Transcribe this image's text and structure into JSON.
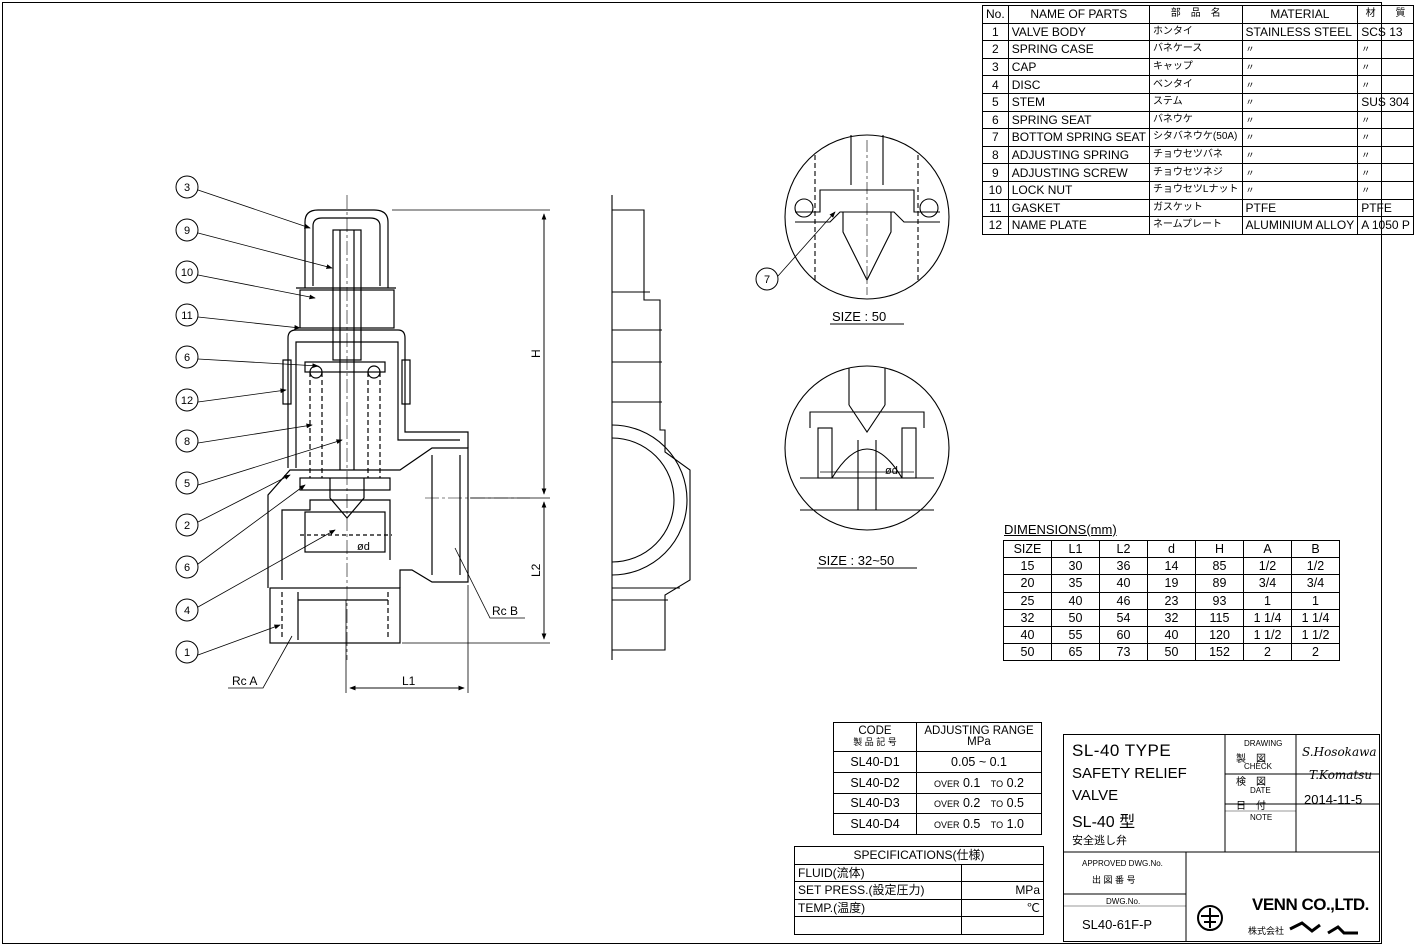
{
  "parts_table": {
    "headers": [
      "No.",
      "NAME OF PARTS",
      "部　品　名",
      "MATERIAL",
      "材　　質"
    ],
    "rows": [
      [
        "1",
        "VALVE BODY",
        "ホンタイ",
        "STAINLESS STEEL",
        "SCS 13"
      ],
      [
        "2",
        "SPRING CASE",
        "バネケース",
        "〃",
        "〃"
      ],
      [
        "3",
        "CAP",
        "キャップ",
        "〃",
        "〃"
      ],
      [
        "4",
        "DISC",
        "ベンタイ",
        "〃",
        "〃"
      ],
      [
        "5",
        "STEM",
        "ステム",
        "〃",
        "SUS 304"
      ],
      [
        "6",
        "SPRING SEAT",
        "バネウケ",
        "〃",
        "〃"
      ],
      [
        "7",
        "BOTTOM SPRING SEAT",
        "シタバネウケ(50A)",
        "〃",
        "〃"
      ],
      [
        "8",
        "ADJUSTING SPRING",
        "チョウセツバネ",
        "〃",
        "〃"
      ],
      [
        "9",
        "ADJUSTING SCREW",
        "チョウセツネジ",
        "〃",
        "〃"
      ],
      [
        "10",
        "LOCK NUT",
        "チョウセツLナット",
        "〃",
        "〃"
      ],
      [
        "11",
        "GASKET",
        "ガスケット",
        "PTFE",
        "PTFE"
      ],
      [
        "12",
        "NAME PLATE",
        "ネームプレート",
        "ALUMINIUM ALLOY",
        "A 1050 P"
      ]
    ]
  },
  "dimensions": {
    "title": "DIMENSIONS(mm)",
    "headers": [
      "SIZE",
      "L1",
      "L2",
      "d",
      "H",
      "A",
      "B"
    ],
    "rows": [
      [
        "15",
        "30",
        "36",
        "14",
        "85",
        "1/2",
        "1/2"
      ],
      [
        "20",
        "35",
        "40",
        "19",
        "89",
        "3/4",
        "3/4"
      ],
      [
        "25",
        "40",
        "46",
        "23",
        "93",
        "1",
        "1"
      ],
      [
        "32",
        "50",
        "54",
        "32",
        "115",
        "1 1/4",
        "1 1/4"
      ],
      [
        "40",
        "55",
        "60",
        "40",
        "120",
        "1 1/2",
        "1 1/2"
      ],
      [
        "50",
        "65",
        "73",
        "50",
        "152",
        "2",
        "2"
      ]
    ]
  },
  "codes": {
    "code_label": "CODE",
    "code_label_jp": "製 品 記 号",
    "range_label": "ADJUSTING RANGE",
    "range_unit": "MPa",
    "first_code": "SL40-D1",
    "first_range": "0.05 ~ 0.1",
    "over": "OVER",
    "to": "TO",
    "rows": [
      {
        "code": "SL40-D2",
        "from": "0.1",
        "to": "0.2"
      },
      {
        "code": "SL40-D3",
        "from": "0.2",
        "to": "0.5"
      },
      {
        "code": "SL40-D4",
        "from": "0.5",
        "to": "1.0"
      }
    ]
  },
  "specifications": {
    "title": "SPECIFICATIONS(仕様)",
    "rows": [
      {
        "label": "FLUID(流体)",
        "unit": ""
      },
      {
        "label": "SET PRESS.(設定圧力)",
        "unit": "MPa"
      },
      {
        "label": "TEMP.(温度)",
        "unit": "℃"
      }
    ]
  },
  "title_block": {
    "line1": "SL-40  TYPE",
    "line2": "SAFETY RELIEF",
    "line3": "VALVE",
    "line4": "SL-40 型",
    "line5": "安全逃し弁",
    "drawing_label": "DRAWING",
    "drawing_jp": "製　図",
    "drawn_by": "S.Hosokawa",
    "check_label": "CHECK",
    "check_jp": "検　図",
    "checked_by": "T.Komatsu",
    "date_label": "DATE",
    "date_jp": "日　付",
    "date": "2014-11-5",
    "note_label": "NOTE",
    "approved_label": "APPROVED DWG.No.",
    "approved_jp": "出 図 番 号",
    "dwg_label": "DWG.No.",
    "dwg_no": "SL40-61F-P",
    "company": "VENN CO.,LTD.",
    "company_jp": "株式会社"
  },
  "drawing_labels": {
    "balloons": [
      "3",
      "9",
      "10",
      "11",
      "6",
      "12",
      "8",
      "5",
      "2",
      "6",
      "4",
      "1"
    ],
    "detail_balloon": "7",
    "size_50": "SIZE : 50",
    "size_32_50": "SIZE : 32~50",
    "dia_d": "ød",
    "rc_a": "Rc A",
    "rc_b": "Rc B",
    "h": "H",
    "l1": "L1",
    "l2": "L2"
  }
}
